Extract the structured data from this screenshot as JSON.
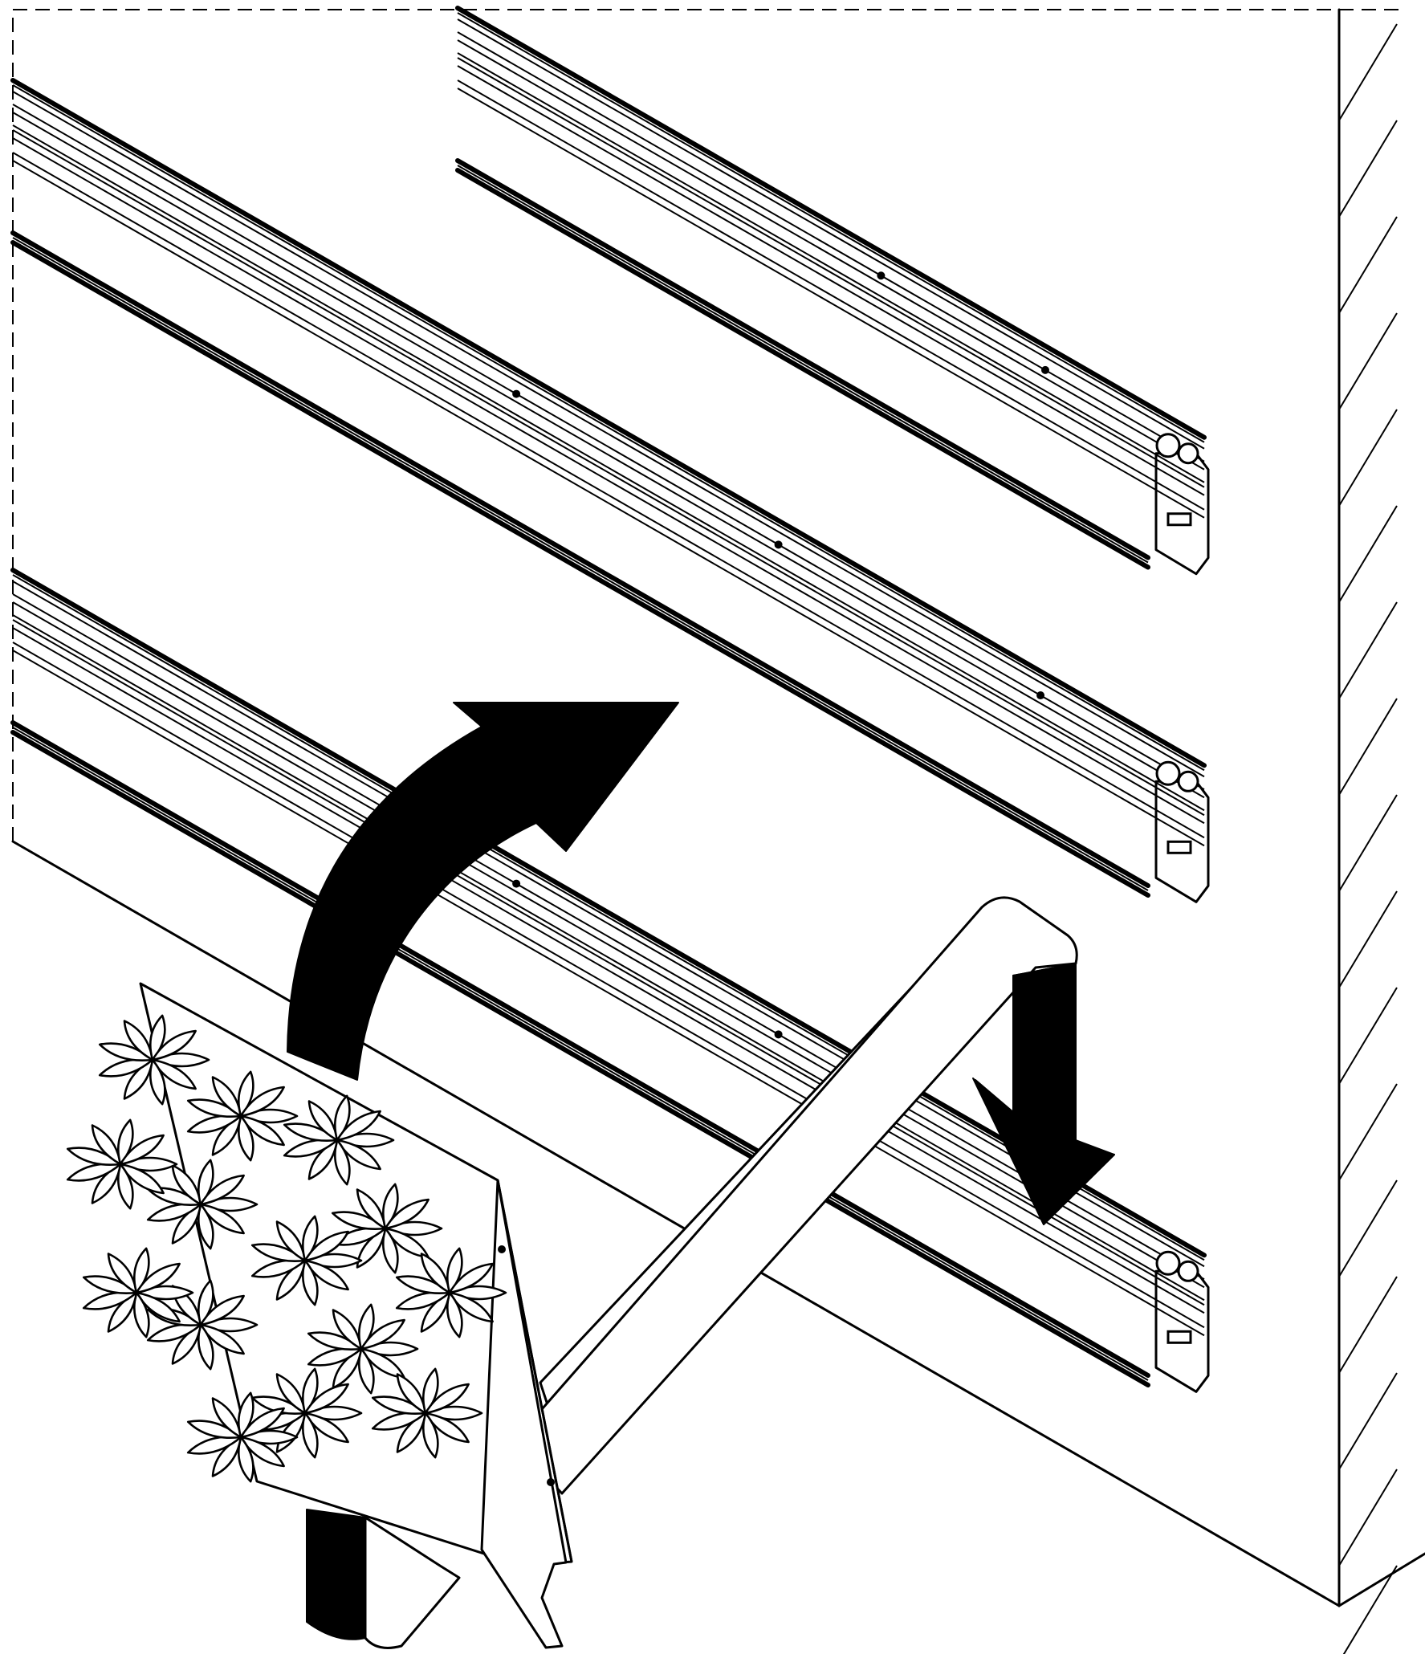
{
  "figure": {
    "description_free": true,
    "rails": [
      {
        "id": "rail-top"
      },
      {
        "id": "rail-middle"
      },
      {
        "id": "rail-bottom"
      }
    ],
    "arrows": [
      {
        "id": "curved-arrow",
        "meaning": "tilt-up"
      },
      {
        "id": "down-arrow",
        "meaning": "hook-down"
      }
    ],
    "colors": {
      "ink": "#000000",
      "paper": "#ffffff"
    }
  }
}
